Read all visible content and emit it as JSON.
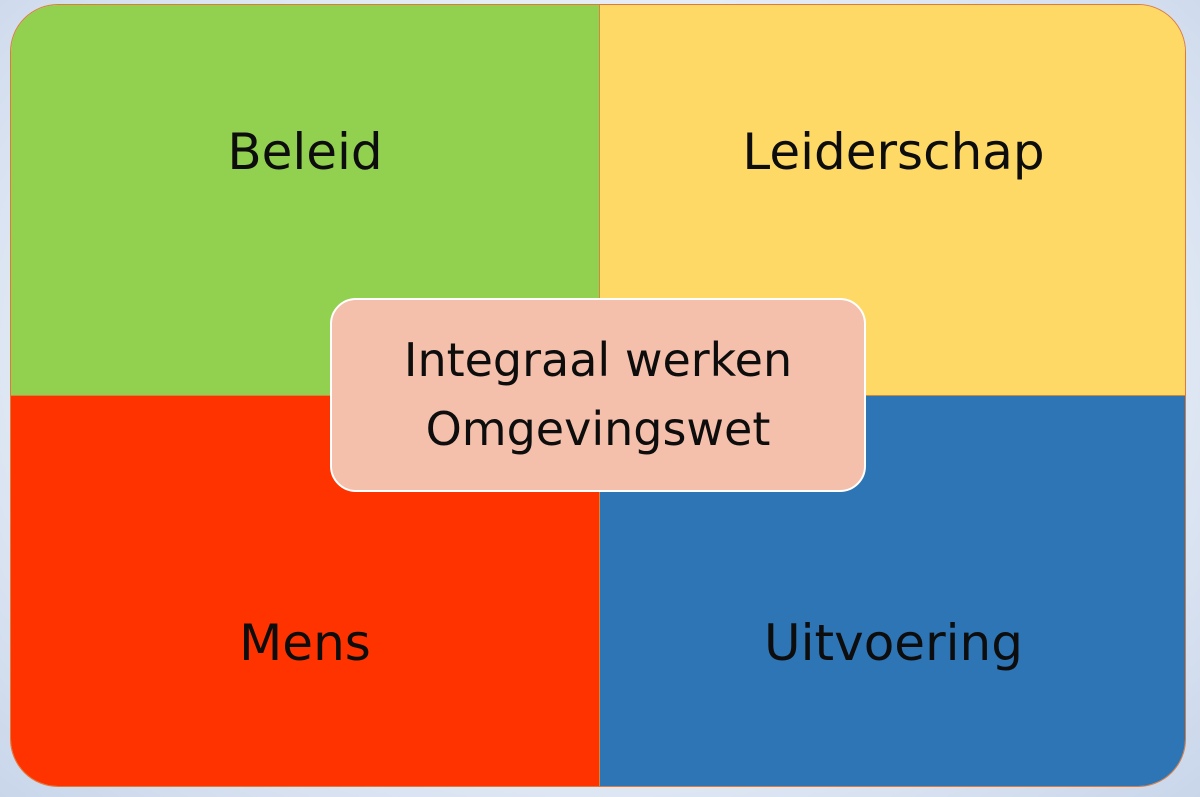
{
  "quadrants": {
    "top_left": {
      "label": "Beleid",
      "color": "#92d050"
    },
    "top_right": {
      "label": "Leiderschap",
      "color": "#ffd966"
    },
    "bottom_left": {
      "label": "Mens",
      "color": "#ff3300"
    },
    "bottom_right": {
      "label": "Uitvoering",
      "color": "#2e75b6"
    }
  },
  "center": {
    "line1": "Integraal werken",
    "line2": "Omgevingswet",
    "color": "#f4bfab"
  }
}
